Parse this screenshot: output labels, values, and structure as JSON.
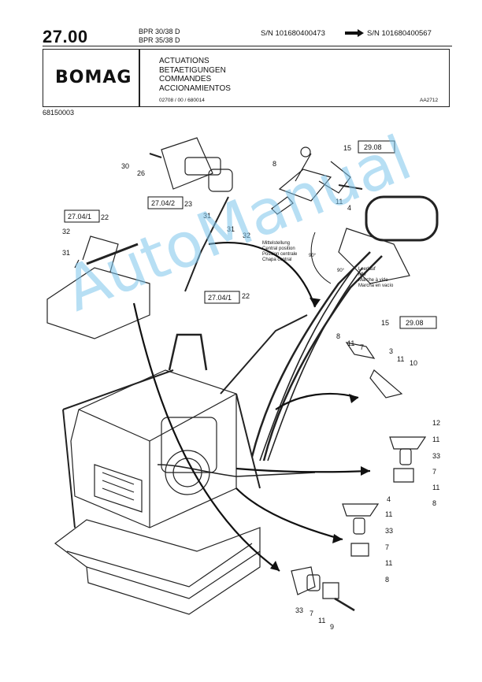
{
  "header": {
    "page_number": "27.00",
    "models": [
      "BPR 30/38 D",
      "BPR 35/38 D"
    ],
    "serial_from": "S/N 101680400473",
    "serial_to": "S/N 101680400567"
  },
  "title_block": {
    "logo": "BOMAG",
    "titles": [
      "ACTUATIONS",
      "BETAETIGUNGEN",
      "COMMANDES",
      "ACCIONAMIENTOS"
    ],
    "doc_ref": "02708 / 00 / 680014",
    "image_ref": "AA2712"
  },
  "part_number": "68150003",
  "diagram": {
    "reference_boxes": [
      "29.08",
      "27.04/2",
      "27.04/1",
      "27.04/1",
      "29.08"
    ],
    "central_position_labels": [
      "Mittelstellung",
      "Central position",
      "Position centrale",
      "Chapa central"
    ],
    "idle_labels": [
      "Leerlauf",
      "Idle",
      "Marche à vide",
      "Marcha en vacío"
    ],
    "angle_labels": [
      "90°",
      "90°"
    ],
    "callouts": [
      "15",
      "8",
      "11",
      "4",
      "30",
      "26",
      "23",
      "31",
      "31",
      "32",
      "22",
      "32",
      "31",
      "22",
      "15",
      "8",
      "11",
      "7",
      "3",
      "11",
      "10",
      "12",
      "11",
      "33",
      "7",
      "11",
      "8",
      "4",
      "11",
      "33",
      "7",
      "11",
      "8",
      "33",
      "7",
      "11",
      "9"
    ]
  },
  "watermark": "AutoManual"
}
